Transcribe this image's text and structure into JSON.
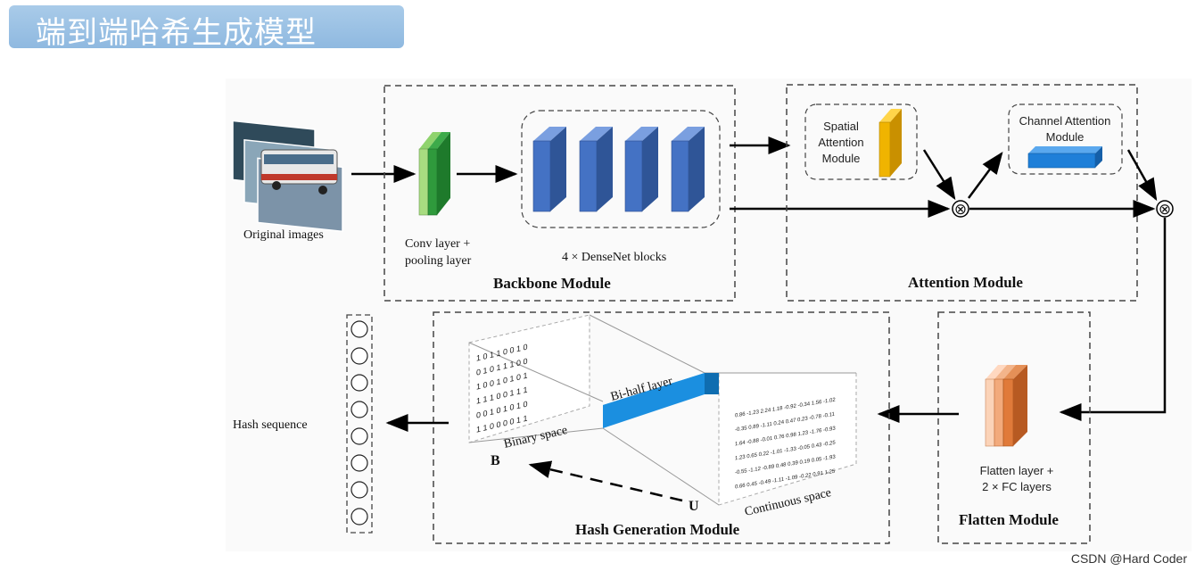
{
  "header": {
    "title": "端到端哈希生成模型"
  },
  "diagram": {
    "original_images_label": "Original images",
    "backbone": {
      "conv_label_1": "Conv layer +",
      "conv_label_2": "pooling layer",
      "densenet_label": "4 × DenseNet blocks",
      "title": "Backbone Module"
    },
    "attention": {
      "spatial_1": "Spatial",
      "spatial_2": "Attention",
      "spatial_3": "Module",
      "channel_1": "Channel Attention",
      "channel_2": "Module",
      "title": "Attention Module",
      "multiply_symbol": "⊗"
    },
    "flatten": {
      "label_1": "Flatten layer +",
      "label_2": "2 × FC layers",
      "title": "Flatten Module"
    },
    "hash_generation": {
      "bi_half_label": "Bi-half layer",
      "binary_space_label": "Binary space",
      "continuous_space_label": "Continuous space",
      "b_label": "B",
      "u_label": "U",
      "title": "Hash Generation Module",
      "binary_rows": [
        "1  0  1  1  0  0  1  0",
        "0  1  0  1  1  1  0  0",
        "1  0  0  1  0  1  0  1",
        "1  1  1  0  0  1  1  1",
        "0  0  1  0  1  0  1  0",
        "1  1  0  0  0  0  1  1"
      ],
      "continuous_rows": [
        "0.86  -1.23  2.24  1.18  -0.92  -0.34  1.56  -1.02",
        "-0.35  0.89  -1.11  0.24  0.47  0.23  -0.78  -0.11",
        "1.64  -0.88  -0.01  0.76  0.98  1.23  -1.76  -0.93",
        "1.23  0.65  0.22  -1.01  -1.33  -0.05  0.43  -0.25",
        "-0.55  -1.12  -0.89  0.48  0.39  0.19  0.05  -1.93",
        "0.66  0.45  -0.49  -1.11  -1.09  -0.22  0.91  1.25"
      ]
    },
    "hash_sequence_label": "Hash sequence"
  },
  "watermark": "CSDN @Hard Coder",
  "colors": {
    "banner": "#9dc3e6",
    "conv_block": "#3daa4a",
    "dense_block": "#4472c4",
    "spatial_block": "#f0b400",
    "channel_block": "#1f7fd8",
    "flatten_block": "#e07a3a",
    "bi_half": "#1b8fe0"
  }
}
